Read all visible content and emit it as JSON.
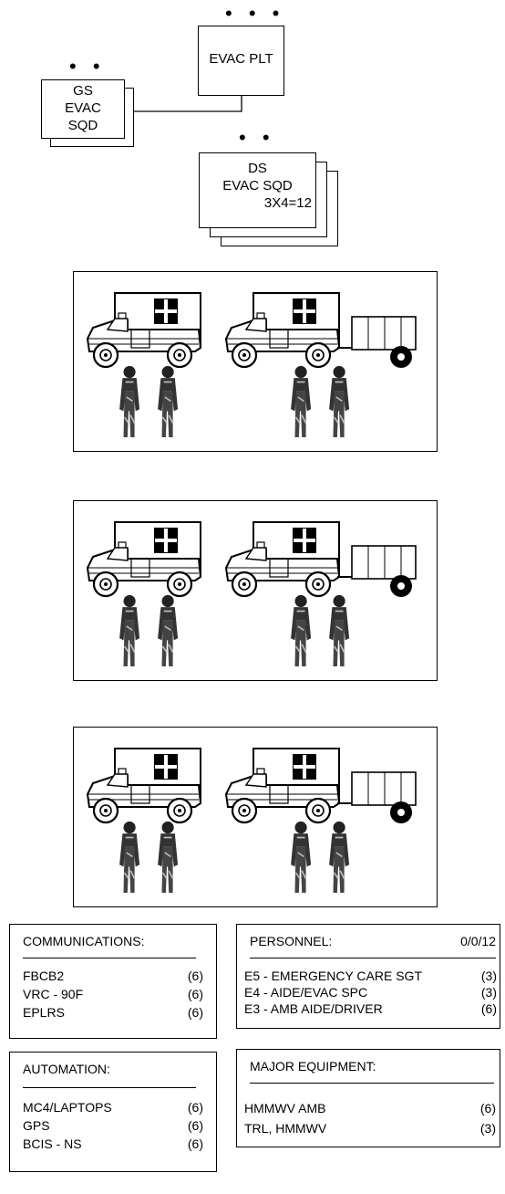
{
  "org": {
    "platoon": {
      "label": "EVAC PLT",
      "rank_marker": "• • •"
    },
    "gs_squad": {
      "lines": [
        "GS",
        "EVAC",
        "SQD"
      ],
      "rank_marker": "• •"
    },
    "ds_squad": {
      "lines": [
        "DS",
        "EVAC SQD"
      ],
      "count": "3X4=12",
      "rank_marker": "• •"
    }
  },
  "squads": [
    {
      "vehicles": [
        "hmmwv-ambulance",
        "hmmwv-ambulance-with-trailer"
      ],
      "soldiers": 4
    },
    {
      "vehicles": [
        "hmmwv-ambulance",
        "hmmwv-ambulance-with-trailer"
      ],
      "soldiers": 4
    },
    {
      "vehicles": [
        "hmmwv-ambulance",
        "hmmwv-ambulance-with-trailer"
      ],
      "soldiers": 4
    }
  ],
  "communications": {
    "header": "COMMUNICATIONS:",
    "items": [
      {
        "label": "FBCB2",
        "count": "(6)"
      },
      {
        "label": "VRC - 90F",
        "count": "(6)"
      },
      {
        "label": "EPLRS",
        "count": "(6)"
      }
    ]
  },
  "automation": {
    "header": "AUTOMATION:",
    "items": [
      {
        "label": "MC4/LAPTOPS",
        "count": "(6)"
      },
      {
        "label": "GPS",
        "count": "(6)"
      },
      {
        "label": "BCIS - NS",
        "count": "(6)"
      }
    ]
  },
  "personnel": {
    "header": "PERSONNEL:",
    "strength": "0/0/12",
    "items": [
      {
        "label": "E5 - EMERGENCY CARE SGT",
        "count": "(3)"
      },
      {
        "label": "E4 - AIDE/EVAC SPC",
        "count": "(3)"
      },
      {
        "label": "E3 - AMB AIDE/DRIVER",
        "count": "(6)"
      }
    ]
  },
  "major_equipment": {
    "header": "MAJOR EQUIPMENT:",
    "items": [
      {
        "label": "HMMWV AMB",
        "count": "(6)"
      },
      {
        "label": "TRL, HMMWV",
        "count": "(3)"
      }
    ]
  }
}
